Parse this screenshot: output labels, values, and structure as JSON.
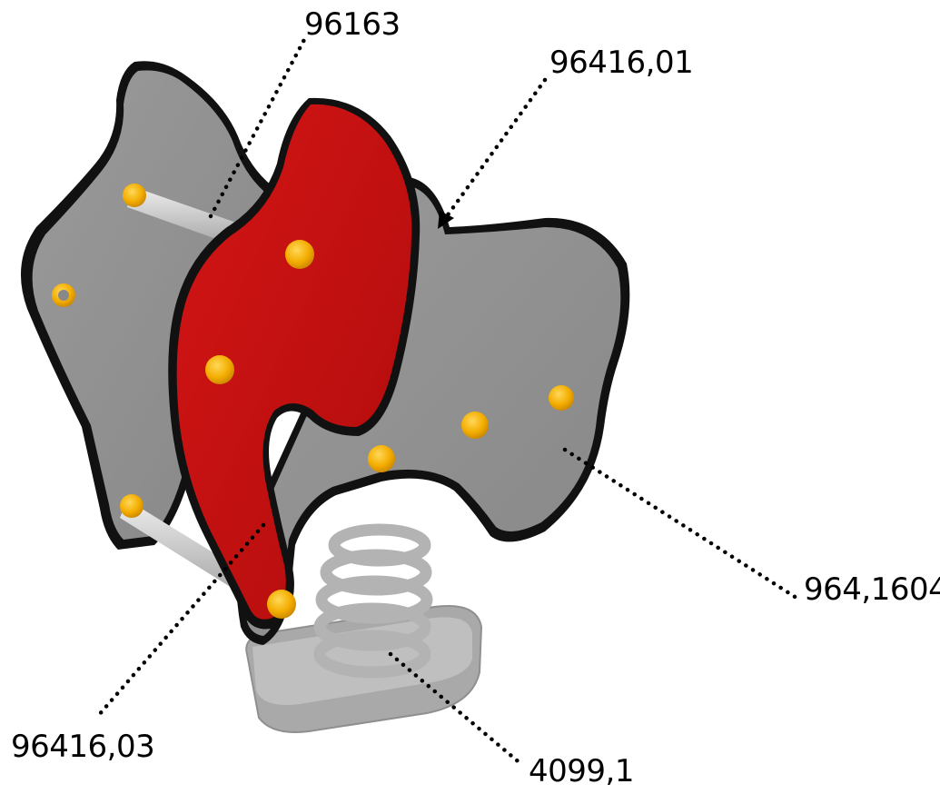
{
  "colors": {
    "side_panel": "#8f8f8f",
    "front_panel": "#c01111",
    "panel_edge": "#111111",
    "bolt_cap": "#f6b400",
    "metal_pipe": "#d0d0d0",
    "spring": "#bdbdbd",
    "base": "#b9b9b9"
  },
  "parts": [
    {
      "id": "back-panel",
      "part_no": "96163"
    },
    {
      "id": "grey-side-panel-top",
      "part_no": "96416,01"
    },
    {
      "id": "grey-side-panel",
      "part_no": "964,1604"
    },
    {
      "id": "red-panel",
      "part_no": "96416,03"
    },
    {
      "id": "spring-base",
      "part_no": "4099,1"
    }
  ]
}
